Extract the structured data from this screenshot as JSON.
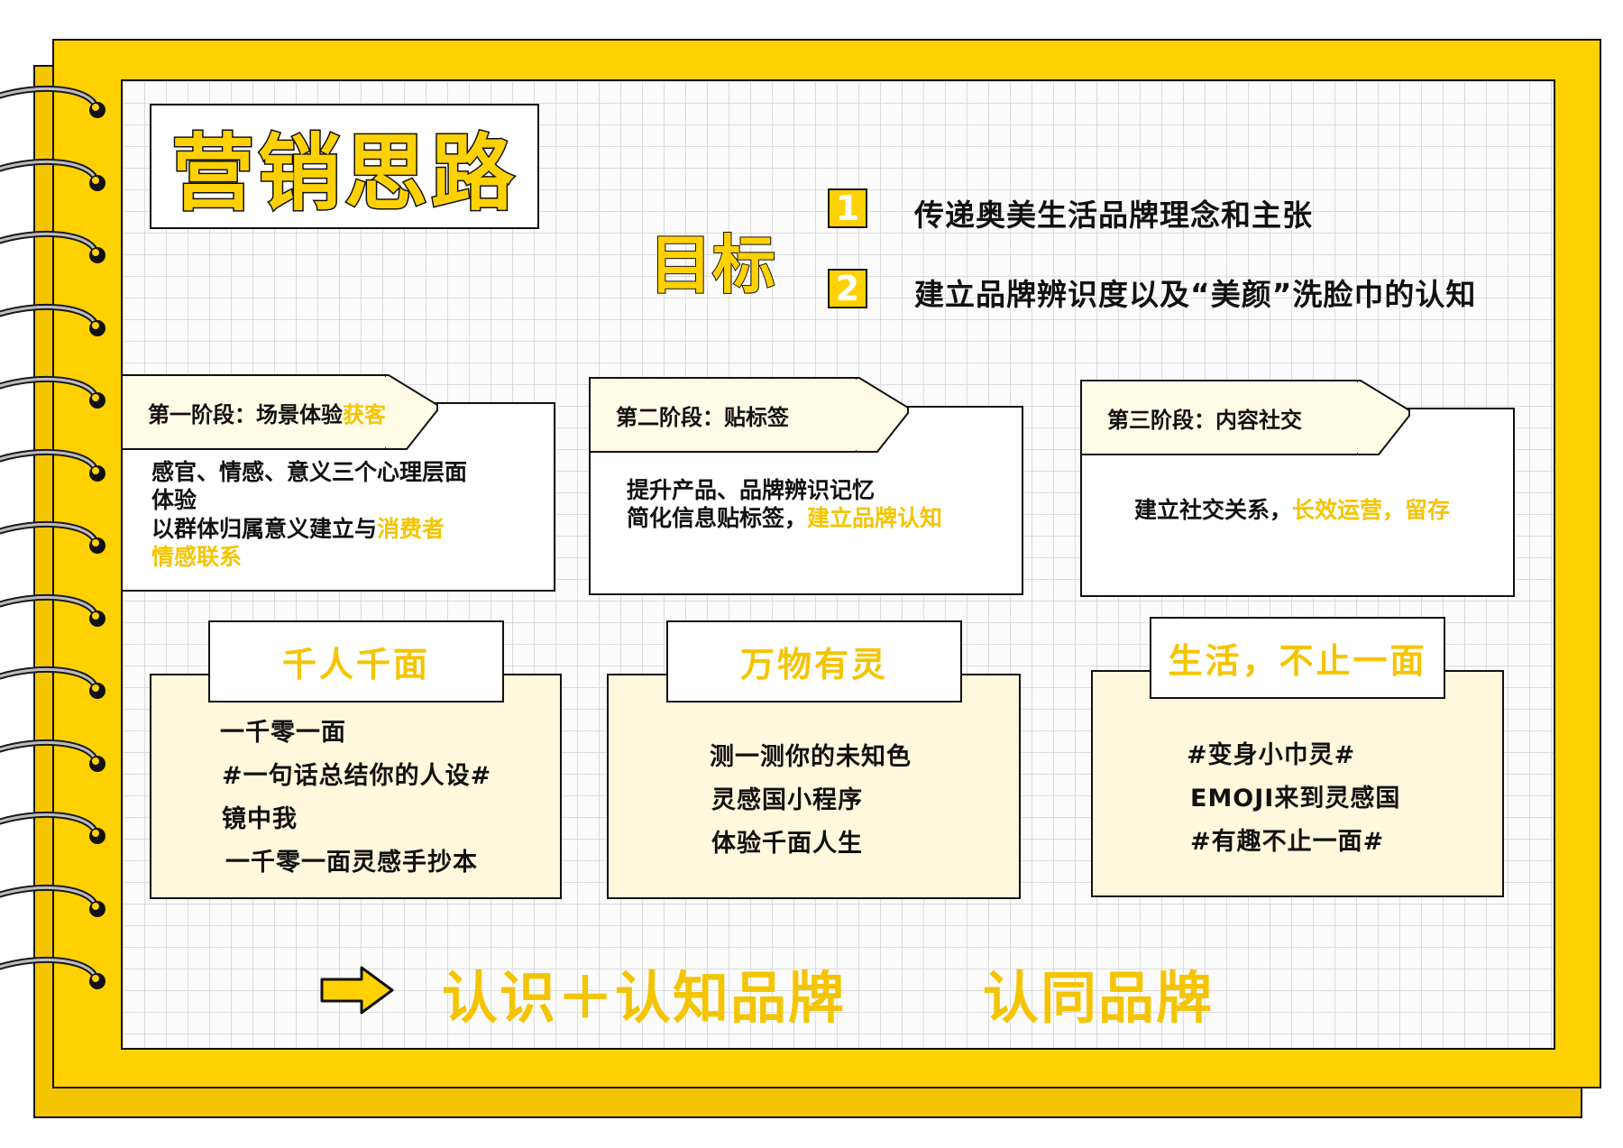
{
  "title": "营销思路",
  "goal": {
    "heading": "目标",
    "items": [
      {
        "num": "1",
        "text": "传递奥美生活品牌理念和主张"
      },
      {
        "num": "2",
        "text": "建立品牌辨识度以及“美颜”洗脸巾的认知"
      }
    ]
  },
  "stages": [
    {
      "tag_prefix": "第一阶段：场景体验",
      "tag_highlight": "获客",
      "lines": [
        {
          "text": "感官、情感、意义三个心理层面"
        },
        {
          "text": "体验"
        },
        {
          "text": "以群体归属意义建立与",
          "highlight": "消费者"
        },
        {
          "text": "",
          "highlight": "情感联系"
        }
      ]
    },
    {
      "tag_prefix": "第二阶段：贴标签",
      "tag_highlight": "",
      "lines": [
        {
          "text": "提升产品、品牌辨识记忆"
        },
        {
          "text": "简化信息贴标签，",
          "highlight": "建立品牌认知"
        }
      ]
    },
    {
      "tag_prefix": "第三阶段：内容社交",
      "tag_highlight": "",
      "lines": [
        {
          "text": "建立社交关系，",
          "highlight": "长效运营，留存"
        }
      ]
    }
  ],
  "notes": [
    {
      "title": "千人千面",
      "items": [
        "一千零一面",
        "#一句话总结你的人设#",
        "镜中我",
        "一千零一面灵感手抄本"
      ]
    },
    {
      "title": "万物有灵",
      "items": [
        "测一测你的未知色",
        "灵感国小程序",
        "体验千面人生"
      ]
    },
    {
      "title": "生活，不止一面",
      "items": [
        "#变身小巾灵#",
        "EMOJI来到灵感国",
        "#有趣不止一面#"
      ]
    }
  ],
  "flow": {
    "step1": "认识＋认知品牌",
    "step2": "认同品牌"
  },
  "colors": {
    "accent": "#FFD100",
    "highlight_text": "#F5C400",
    "note_fill": "#FFF8DC",
    "tag_fill": "#FFFBE6",
    "outline": "#111111"
  }
}
